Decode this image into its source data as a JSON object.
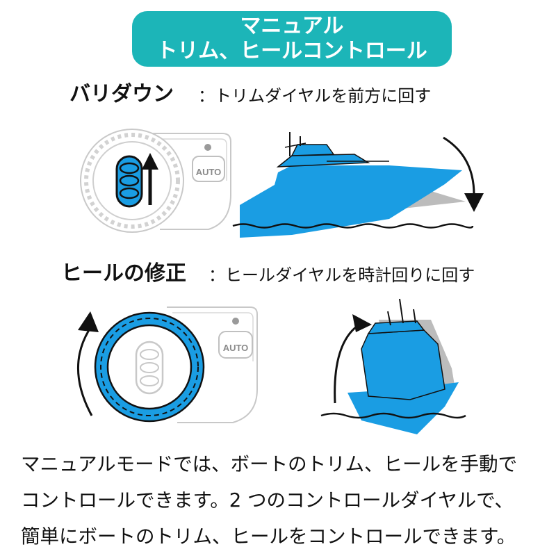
{
  "banner": {
    "line1": "マニュアル",
    "line2": "トリム、ヒールコントロール"
  },
  "trim_section": {
    "title": "バリダウン",
    "description": "：トリムダイヤルを前方に回す",
    "panel_button_label": "AUTO"
  },
  "heel_section": {
    "title": "ヒールの修正",
    "description": "：ヒールダイヤルを時計回りに回す",
    "panel_button_label": "AUTO"
  },
  "footer": {
    "lines": [
      "マニュアルモードでは、ボートのトリム、ヒールを手動で",
      "コントロールできます。2 つのコントロールダイヤルで、",
      "簡単にボートのトリム、ヒールをコントロールできます。"
    ]
  },
  "colors": {
    "banner": "#1cb5b8",
    "boat": "#1a9de3",
    "dial_ring": "#1a9de3",
    "shadow": "#bcbcbc",
    "outline": "#111111"
  },
  "icons": [
    "trim-dial-icon",
    "heel-dial-icon",
    "boat-side-icon",
    "boat-front-icon",
    "rotate-arrow-icon",
    "up-arrow-icon"
  ]
}
